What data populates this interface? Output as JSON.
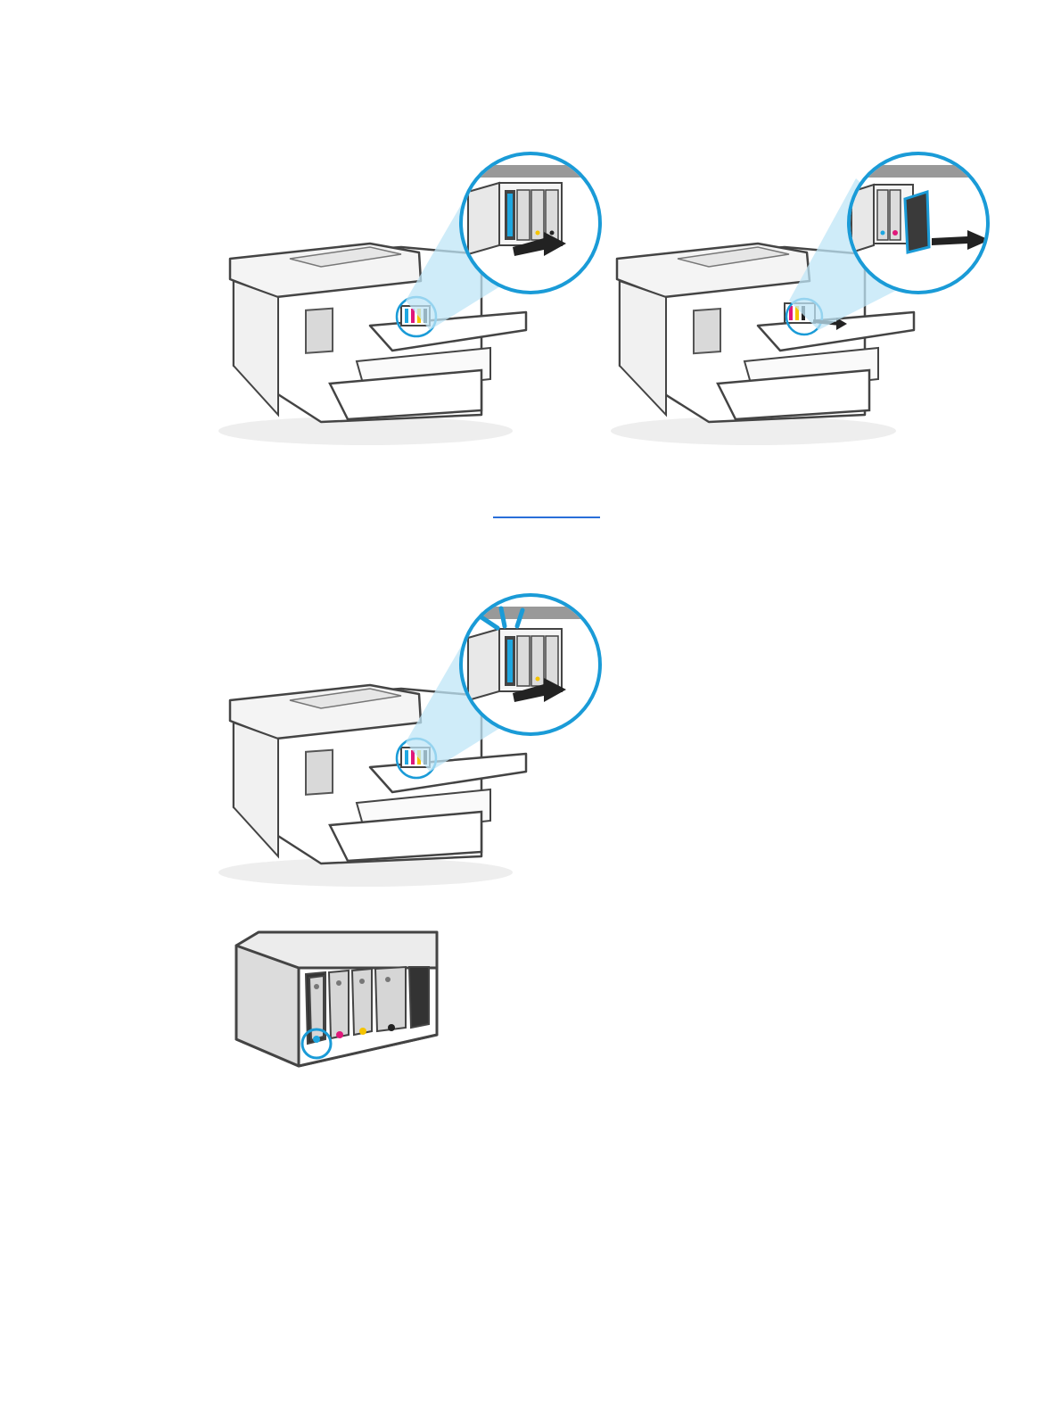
{
  "document": {
    "page_link": "",
    "colors": {
      "accent_blue": "#1a9bd7",
      "highlight_fill": "#bfe6f7",
      "cyan": "#1ea7e1",
      "magenta": "#e0187a",
      "yellow": "#f5c400",
      "black": "#222222",
      "link_blue": "#2a6ed9",
      "outline": "#444444"
    },
    "figures": [
      {
        "name": "printer-insert-cartridge",
        "icon": "printer-icon"
      },
      {
        "name": "printer-remove-cartridge",
        "icon": "printer-icon"
      },
      {
        "name": "printer-cartridge-snap",
        "icon": "printer-icon"
      },
      {
        "name": "cartridge-carriage",
        "icon": "cartridge-icon"
      }
    ]
  }
}
